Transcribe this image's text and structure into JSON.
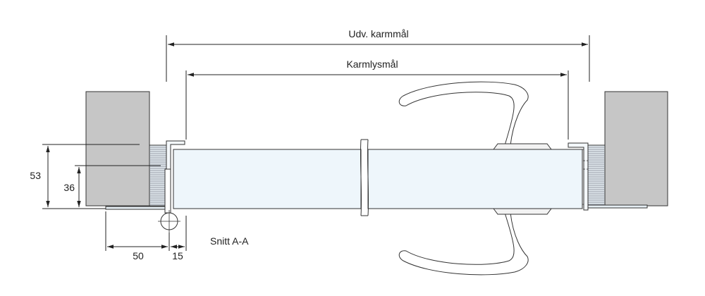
{
  "dimensions": {
    "outer_frame": "Udv. karmmål",
    "frame_opening": "Karmlysmål",
    "height_53": "53",
    "height_36": "36",
    "width_50": "50",
    "width_15": "15"
  },
  "section_label": "Snitt A-A",
  "colors": {
    "wall": "#c6c6c6",
    "door_leaf": "#eef6fb",
    "hardware": "#ffffff",
    "line": "#333333"
  }
}
